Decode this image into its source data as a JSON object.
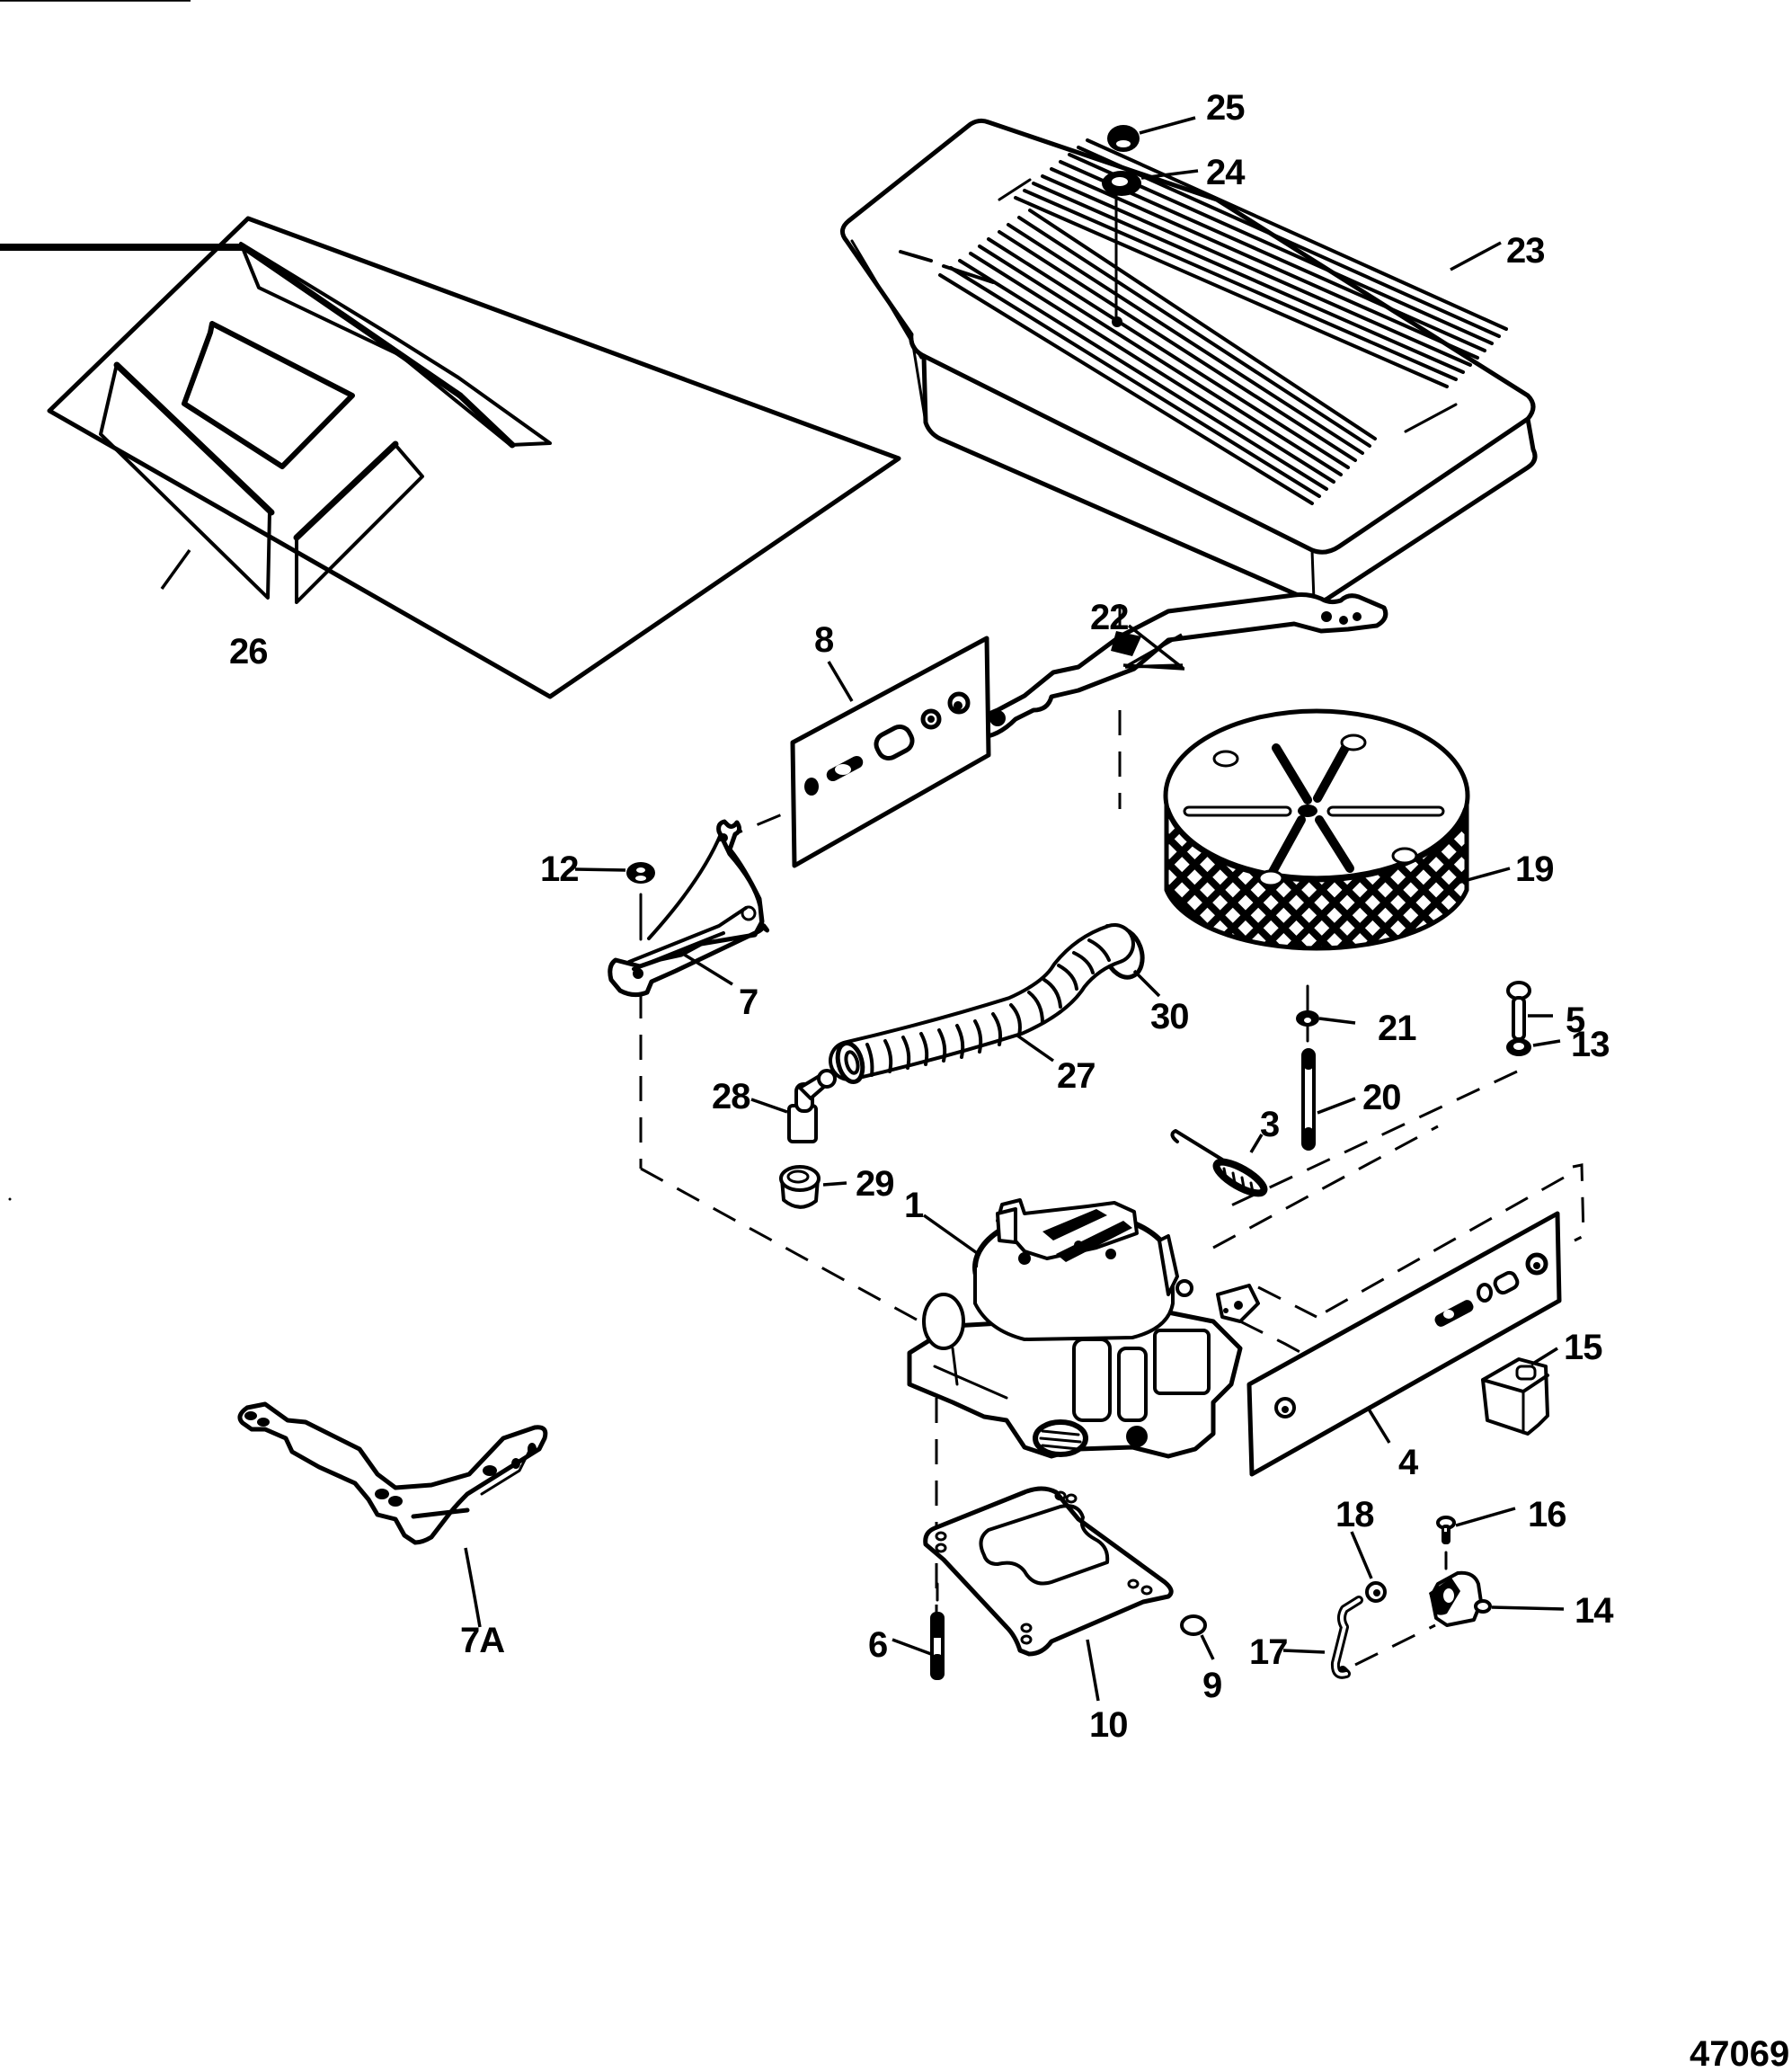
{
  "diagram": {
    "title": "Carburetor and Flame Arrestor Exploded View",
    "figure_number": "47069",
    "parts": [
      {
        "ref": "1",
        "name": "carburetor"
      },
      {
        "ref": "3",
        "name": "spring"
      },
      {
        "ref": "4",
        "name": "gasket/repair kit"
      },
      {
        "ref": "5",
        "name": "bolt"
      },
      {
        "ref": "6",
        "name": "stud"
      },
      {
        "ref": "7",
        "name": "bracket"
      },
      {
        "ref": "7A",
        "name": "bracket"
      },
      {
        "ref": "8",
        "name": "kit"
      },
      {
        "ref": "9",
        "name": "o-ring"
      },
      {
        "ref": "10",
        "name": "gasket"
      },
      {
        "ref": "12",
        "name": "nut"
      },
      {
        "ref": "13",
        "name": "washer"
      },
      {
        "ref": "14",
        "name": "choke assembly"
      },
      {
        "ref": "15",
        "name": "cover"
      },
      {
        "ref": "16",
        "name": "screw"
      },
      {
        "ref": "17",
        "name": "rod"
      },
      {
        "ref": "18",
        "name": "washer"
      },
      {
        "ref": "19",
        "name": "flame arrestor"
      },
      {
        "ref": "20",
        "name": "stud"
      },
      {
        "ref": "21",
        "name": "nut"
      },
      {
        "ref": "22",
        "name": "bracket"
      },
      {
        "ref": "23",
        "name": "cover"
      },
      {
        "ref": "24",
        "name": "washer"
      },
      {
        "ref": "25",
        "name": "nut"
      },
      {
        "ref": "26",
        "name": "cover"
      },
      {
        "ref": "27",
        "name": "hose"
      },
      {
        "ref": "28",
        "name": "elbow fitting"
      },
      {
        "ref": "29",
        "name": "grommet"
      },
      {
        "ref": "30",
        "name": "clamp"
      }
    ],
    "callouts": {
      "c1": "1",
      "c3": "3",
      "c4": "4",
      "c5": "5",
      "c6": "6",
      "c7": "7",
      "c7a": "7A",
      "c8": "8",
      "c9": "9",
      "c10": "10",
      "c12": "12",
      "c13": "13",
      "c14": "14",
      "c15": "15",
      "c16": "16",
      "c17": "17",
      "c18": "18",
      "c19": "19",
      "c20": "20",
      "c21": "21",
      "c22": "22",
      "c23": "23",
      "c24": "24",
      "c25": "25",
      "c26": "26",
      "c27": "27",
      "c28": "28",
      "c29": "29",
      "c30": "30"
    }
  }
}
